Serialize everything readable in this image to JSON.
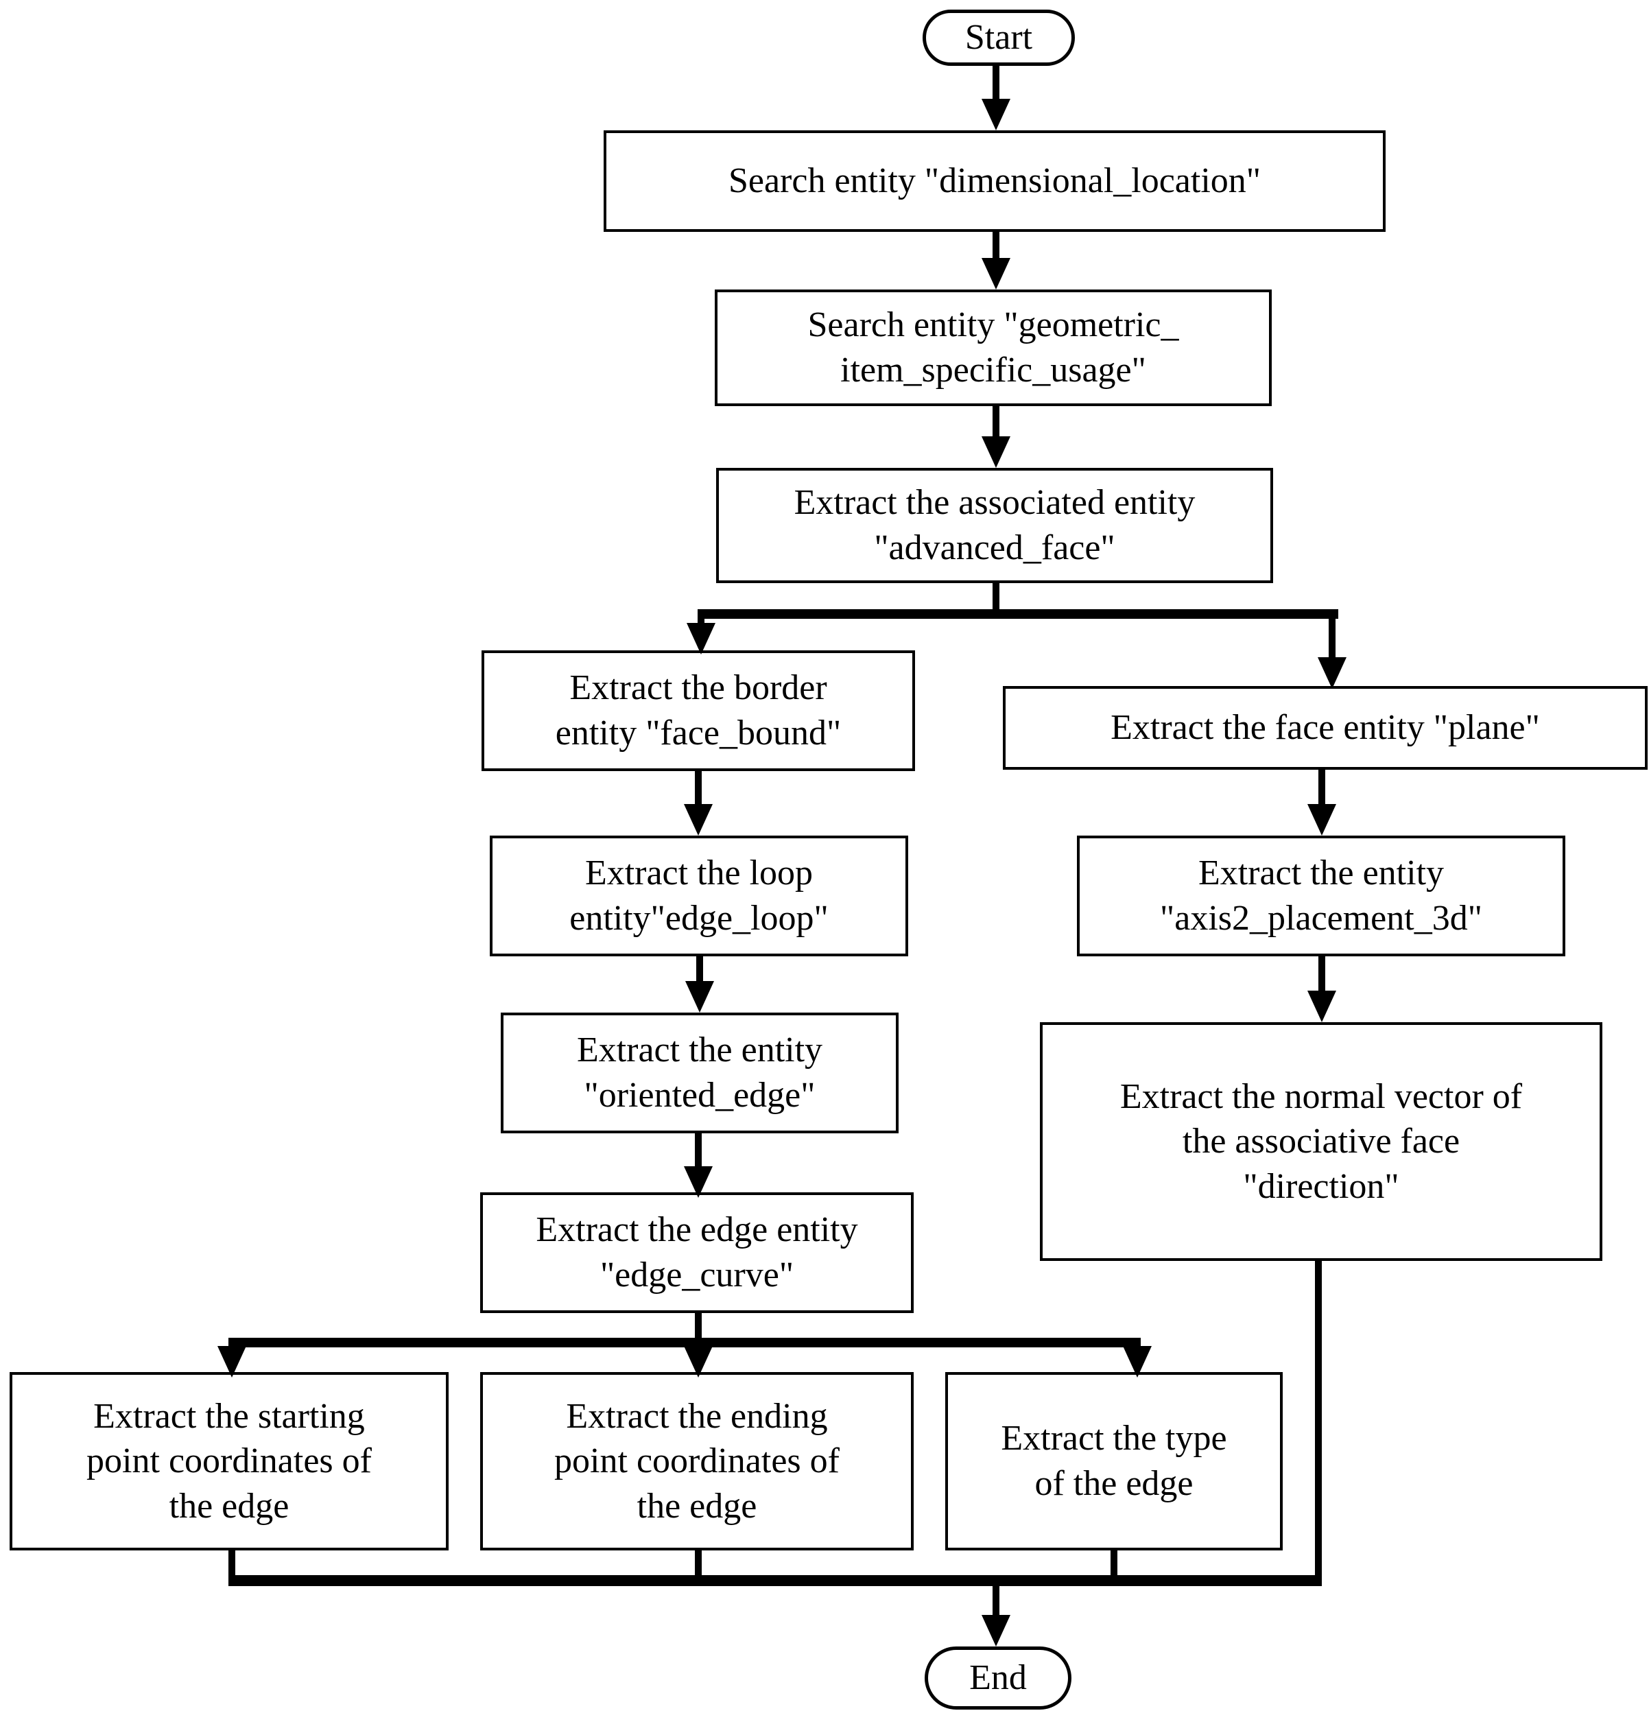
{
  "diagram": {
    "title": "STEP entity extraction flowchart",
    "background_color": "#ffffff",
    "stroke_color": "#000000",
    "nodes": {
      "start": {
        "label": "Start",
        "shape": "terminator"
      },
      "search_dimensional_location": {
        "label": "Search entity \"dimensional_location\"",
        "shape": "process"
      },
      "search_geometric_item_specific_usage": {
        "label": "Search entity \"geometric_\nitem_specific_usage\"",
        "shape": "process"
      },
      "extract_advanced_face": {
        "label": "Extract the associated entity\n\"advanced_face\"",
        "shape": "process"
      },
      "extract_face_bound": {
        "label": "Extract the border\nentity \"face_bound\"",
        "shape": "process"
      },
      "extract_plane": {
        "label": "Extract the face entity \"plane\"",
        "shape": "process"
      },
      "extract_edge_loop": {
        "label": "Extract the loop\nentity\"edge_loop\"",
        "shape": "process"
      },
      "extract_axis2_placement_3d": {
        "label": "Extract the entity\n\"axis2_placement_3d\"",
        "shape": "process"
      },
      "extract_oriented_edge": {
        "label": "Extract the entity\n\"oriented_edge\"",
        "shape": "process"
      },
      "extract_direction": {
        "label": "Extract the normal vector of\nthe associative face\n\"direction\"",
        "shape": "process"
      },
      "extract_edge_curve": {
        "label": "Extract the edge entity\n\"edge_curve\"",
        "shape": "process"
      },
      "extract_start_point": {
        "label": "Extract the starting\npoint coordinates of\nthe edge",
        "shape": "process"
      },
      "extract_end_point": {
        "label": "Extract the ending\npoint coordinates of\nthe edge",
        "shape": "process"
      },
      "extract_edge_type": {
        "label": "Extract the type\nof the edge",
        "shape": "process"
      },
      "end": {
        "label": "End",
        "shape": "terminator"
      }
    },
    "flow_order": [
      "start",
      "search_dimensional_location",
      "search_geometric_item_specific_usage",
      "extract_advanced_face",
      "extract_face_bound",
      "extract_plane",
      "extract_edge_loop",
      "extract_axis2_placement_3d",
      "extract_oriented_edge",
      "extract_direction",
      "extract_edge_curve",
      "extract_start_point",
      "extract_end_point",
      "extract_edge_type",
      "end"
    ]
  }
}
